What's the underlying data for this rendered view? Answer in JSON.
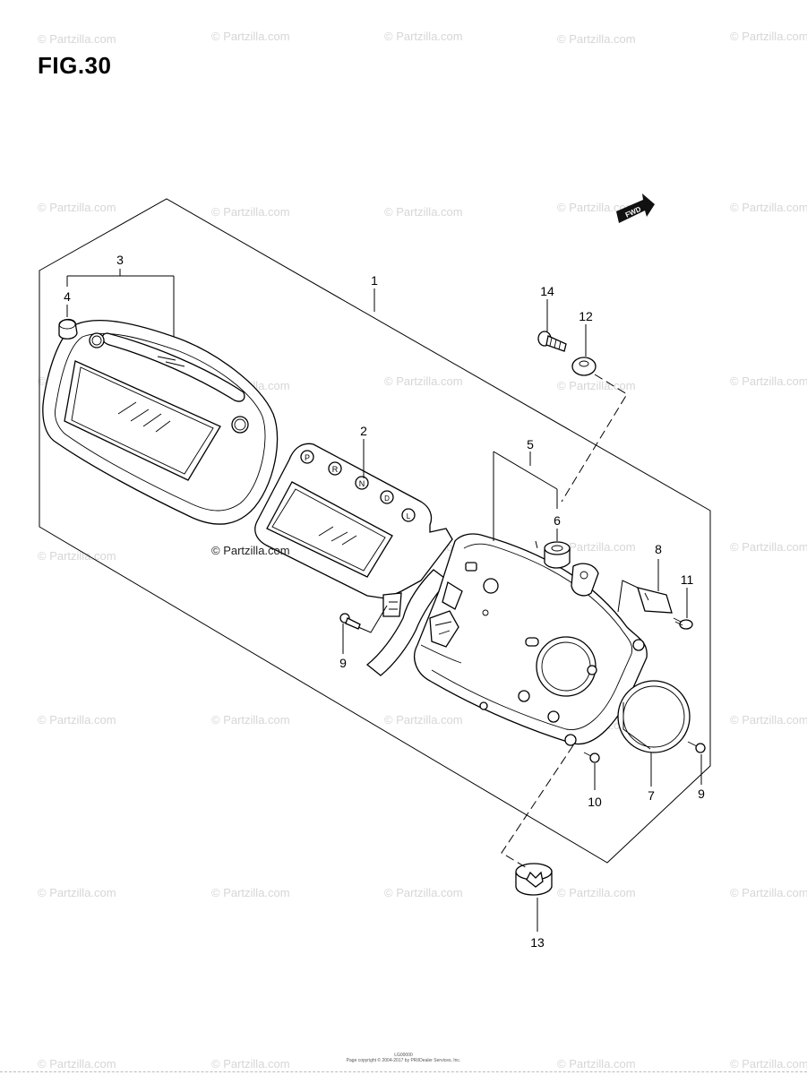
{
  "figure": {
    "title": "FIG.30"
  },
  "watermark": {
    "text": "© Partzilla.com",
    "inline_text": "© Partzilla.com"
  },
  "fwd_label": "FWD",
  "callouts": {
    "c1": "1",
    "c2": "2",
    "c3": "3",
    "c4": "4",
    "c5": "5",
    "c6": "6",
    "c7": "7",
    "c8": "8",
    "c9a": "9",
    "c9b": "9",
    "c10": "10",
    "c11": "11",
    "c12": "12",
    "c13": "13",
    "c14": "14"
  },
  "gear_indicators": [
    "P",
    "R",
    "N",
    "D",
    "L"
  ],
  "footer": {
    "line1": "LG00000",
    "line2": "Page copyright © 2004-2017 by PRI/Dealer Services, Inc."
  }
}
